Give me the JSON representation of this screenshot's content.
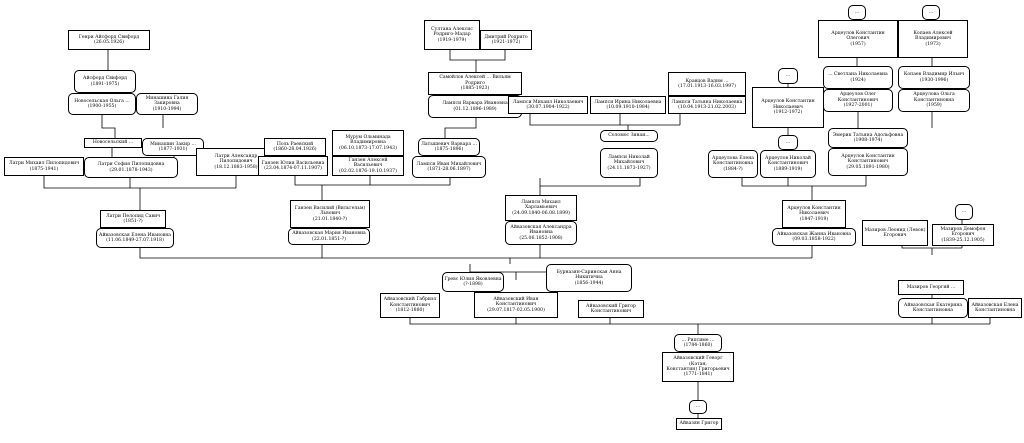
{
  "tree": {
    "people": [
      {
        "id": "henry",
        "text": "Генри Айсфорд Свифорд\n(26.05.1926)"
      },
      {
        "id": "sultanka",
        "text": "Султана Алексис\nРодриго-Мадар\n(1919-1979)"
      },
      {
        "id": "dmitry_rodrigo",
        "text": "Дмитрий Родриго\n(1921-1972)"
      },
      {
        "id": "q_top1",
        "text": "..."
      },
      {
        "id": "q_top2",
        "text": "..."
      },
      {
        "id": "aivaz_konst_top",
        "text": "Арцеулов Константин\nОлегович\n(1957)"
      },
      {
        "id": "kopaev_alexey",
        "text": "Копаев Алексей\nВладимирович\n(1973)"
      },
      {
        "id": "aisford",
        "text": "Айсфорд Свифорд\n(1891-1975)"
      },
      {
        "id": "samoylov",
        "text": "Самойлов Алексей ... Вильям Родриго\n(1885-1923)"
      },
      {
        "id": "kravtsov",
        "text": "Кравцов Вадим ...\n(17.01.1913-16.03.1997)"
      },
      {
        "id": "svetlana",
        "text": "... Светлана Николаевна\n(1924)"
      },
      {
        "id": "kopaev_vladimir",
        "text": "Копаев Владимир Ильич\n(1930-1996)"
      },
      {
        "id": "novoselskaya",
        "text": "Новосельская Ольга ...\n(1900-1955)"
      },
      {
        "id": "minashina",
        "text": "Минашина Галия Закировна\n(1910-1994)"
      },
      {
        "id": "lamsi_varvara",
        "text": "Лампси Варвара Ивановна\n(01.12.1896-1989)"
      },
      {
        "id": "lampsi_mikhail_n",
        "text": "Лампси Михаил Николаевич\n(30.07.1904-1922)"
      },
      {
        "id": "lampsi_irina",
        "text": "Лампси Ирина Николаевна\n(10.09.1910-1984)"
      },
      {
        "id": "lampsi_tatiana",
        "text": "Лампси Татьяна Николаевна\n(10.04.1913-21.02.2003)"
      },
      {
        "id": "q_arts1",
        "text": "..."
      },
      {
        "id": "arts_konst_nik",
        "text": "Арцеулов Константин\nНиколаевич\n(1912-1972)"
      },
      {
        "id": "arts_oleg",
        "text": "Арцеулов Олег\nКонстантинович\n(1927-2001)"
      },
      {
        "id": "arts_olga",
        "text": "Арцеулова Ольга\nКонстантиновна\n(1959)"
      },
      {
        "id": "novoselsky",
        "text": "Новосельский ..."
      },
      {
        "id": "minashin",
        "text": "Минашин Закир ...\n(1877-1931)"
      },
      {
        "id": "lagri_mikhail",
        "text": "Латри Михаил Пилопидович\n(1875-1941)"
      },
      {
        "id": "lagri_sofia",
        "text": "Латри София Пилопидовна\n(29.01.1878-1943)"
      },
      {
        "id": "lagri_alexandr",
        "text": "Латри Александр\nПилопидович\n(18.12.1883-1958)"
      },
      {
        "id": "pol_raevsky",
        "text": "Поль Раевский\n(1860-28.04.1926)"
      },
      {
        "id": "murum",
        "text": "Мурум Ольминада\nВладимировна\n(06.10.1873-17.07.1943)"
      },
      {
        "id": "latyshevich",
        "text": "Латышевич Варвара ...\n(1875-1896)"
      },
      {
        "id": "solomos",
        "text": "Соломос Зинаи..."
      },
      {
        "id": "q_arts2",
        "text": "..."
      },
      {
        "id": "zimerik",
        "text": "Эмерик Татьяна Адольфовна\n(1908-1974)"
      },
      {
        "id": "ganzen_yulia",
        "text": "Ганзен Юлия Васильевна\n(23.04.1874-07.11.1907)"
      },
      {
        "id": "ganzen_alexey",
        "text": "Ганзен Алексей Васильевич\n(02.02.1876-19.10.1937)"
      },
      {
        "id": "lampsi_ivan",
        "text": "Лампси Иван Михайлович\n(1871-28.06.1897)"
      },
      {
        "id": "lampsi_nikolay",
        "text": "Лампси Николай\nМихайлович\n(24.11.1873-1927)"
      },
      {
        "id": "arts_elena",
        "text": "Арцеулова Елена\nКонстантиновна\n(1884-?)"
      },
      {
        "id": "arts_nikolay",
        "text": "Арцеулов Николай\nКонстантинович\n(1889-1919)"
      },
      {
        "id": "arts_konst_konst",
        "text": "Арцеулов Константин\nКонстантинович\n(29.05.1891-1980)"
      },
      {
        "id": "lagri_pelopid",
        "text": "Латри Пелопид Савич\n(1851-?)"
      },
      {
        "id": "aivaz_elena",
        "text": "Айвазовская Елена Ивановна\n(11.06.1849-27.07.1918)"
      },
      {
        "id": "ganzen_vasily",
        "text": "Ганзен Василий (Вильгельм)\nЛьвович\n(21.01.1840-?)"
      },
      {
        "id": "aivaz_maria",
        "text": "Айвазовская Мария Ивановна\n(22.01.1851-?)"
      },
      {
        "id": "lampsi_mikhail_h",
        "text": "Лампси Михаил\nХарламьевич\n(24.09.1840-06.08.1899)"
      },
      {
        "id": "aivaz_alexandra",
        "text": "Айвазовская Александра\nИвановна\n(25.06.1852-1908)"
      },
      {
        "id": "arts_konst_n2",
        "text": "Арцеулов Константин\nНиколаевич\n(1847-1919)"
      },
      {
        "id": "aivaz_zhanna",
        "text": "Айвазовская Жанна Ивановна\n(09.03.1858-1922)"
      },
      {
        "id": "mazirov_leonid",
        "text": "Мазиров Леонид (Левон)\nЕгорович"
      },
      {
        "id": "q_maz",
        "text": "..."
      },
      {
        "id": "mazirov_demofon",
        "text": "Мазиров Демофон\nЕгорович\n(1839-25.12.1905)"
      },
      {
        "id": "grevs",
        "text": "Гревс Юлия Яковлевна\n(?-1898)"
      },
      {
        "id": "burnazyan",
        "text": "Бурназян-Саринская Анна\nНикитична\n(1856-1944)"
      },
      {
        "id": "aivaz_gabriel",
        "text": "Айвазовский Габриэл\nКонстантинович\n(1812-1880)"
      },
      {
        "id": "aivaz_ivan",
        "text": "Айвазовский Иван\nКонстантинович\n(29.07.1817-02.05.1900)"
      },
      {
        "id": "aivaz_grigor",
        "text": "Айвазовский Григор\nКонстантинович"
      },
      {
        "id": "mazirov_georgy",
        "text": "Мазиров Георгий ..."
      },
      {
        "id": "aivaz_ekaterina",
        "text": "Айвазовская Екатерина\nКонстантиновна"
      },
      {
        "id": "aivaz_elena_k",
        "text": "Айвазовская Елена\nКонстантиновна"
      },
      {
        "id": "ripsime",
        "text": "... Рипсиме ...\n(1784-1860)"
      },
      {
        "id": "aivaz_gevorg",
        "text": "Айвазовский Геворг (Кэтан,\nКонстантин) Григорьевич\n(1771-1841)"
      },
      {
        "id": "q_bottom",
        "text": "..."
      },
      {
        "id": "aivazian_grigor",
        "text": "Айвазян Григор"
      }
    ]
  }
}
